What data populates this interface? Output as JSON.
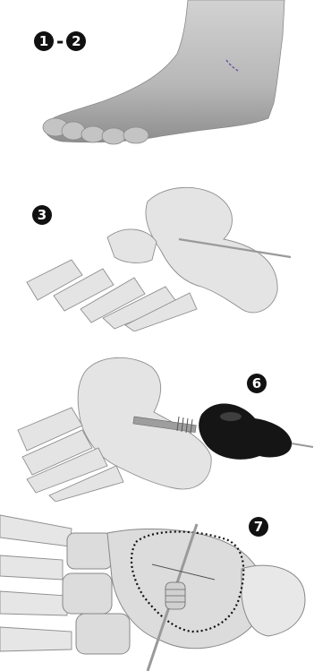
{
  "steps": [
    {
      "badges": [
        "1",
        "2"
      ],
      "separator": "-"
    },
    {
      "badges": [
        "3"
      ]
    },
    {
      "badges": [
        "6"
      ]
    },
    {
      "badges": [
        "7"
      ]
    }
  ],
  "colors": {
    "skin": "#bdbdbd",
    "bone": "#e6e6e6",
    "bone_shadow": "#9c9c9c",
    "handle": "#111111",
    "wire": "#b5b5b5",
    "incision": "#6b4fa0"
  }
}
